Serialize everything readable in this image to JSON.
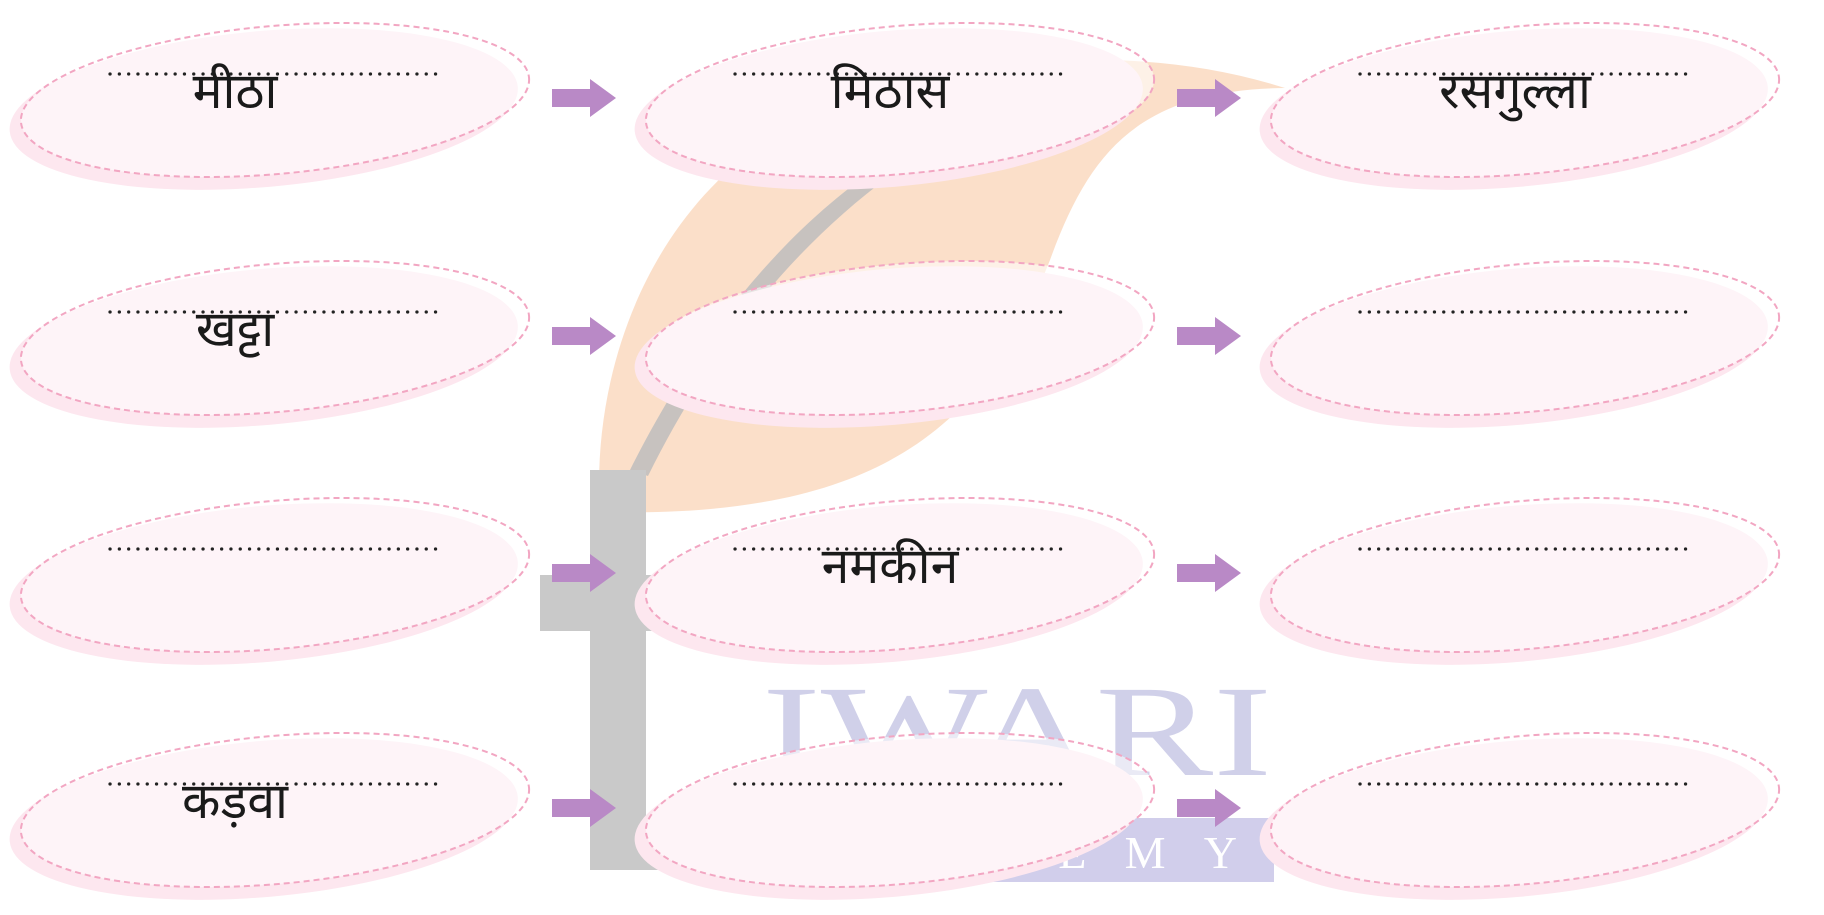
{
  "rows": [
    {
      "col1": "मीठा",
      "col2": "मिठास",
      "col3": "रसगुल्ला"
    },
    {
      "col1": "खट्टा",
      "col2": "",
      "col3": ""
    },
    {
      "col1": "",
      "col2": "नमकीन",
      "col3": ""
    },
    {
      "col1": "कड़वा",
      "col2": "",
      "col3": ""
    }
  ],
  "watermark": {
    "title": "IWARI",
    "subtitle": "ACADEMY",
    "logo_letter": "t"
  },
  "colors": {
    "ellipse_border": "#f2a6c2",
    "ellipse_fill": "#fde7ef",
    "arrow": "#b989c6",
    "dots": "#222222",
    "leaf": "#f7c49c",
    "logo_stem": "#c9c9c9",
    "watermark_band": "#c9c6e8"
  }
}
